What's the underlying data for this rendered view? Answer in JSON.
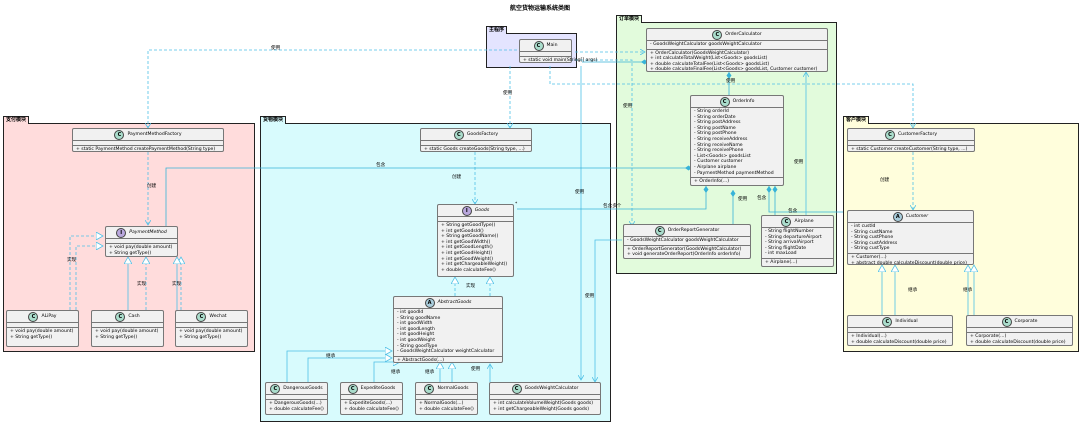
{
  "diagram": {
    "title": "航空货物运输系统类图"
  },
  "colors": {
    "pay": "#ffdcdc",
    "goods": "#d8fbfd",
    "order": "#e2fbdc",
    "cust": "#fffedc",
    "main": "#e4e4ff",
    "line": "#4fc0e6",
    "solid": "#37b3d8"
  },
  "packages": {
    "main": {
      "name": "主程序"
    },
    "order": {
      "name": "订单模块"
    },
    "pay": {
      "name": "支付模块"
    },
    "goods": {
      "name": "货物模块"
    },
    "cust": {
      "name": "客户模块"
    }
  },
  "classes": {
    "Main": {
      "name": "Main",
      "stereo": "C",
      "members": [
        [],
        [
          "+ static void main(String[] args)"
        ]
      ]
    },
    "OrderCalculator": {
      "name": "OrderCalculator",
      "stereo": "C",
      "members": [
        [
          "- GoodsWeightCalculator goodsWeightCalculator"
        ],
        [
          "+ OrderCalculator(GoodsWeightCalculator)",
          "+ int calculateTotalWeight(List<Goods> goodsList)",
          "+ double calculateTotalFee(List<Goods> goodsList)",
          "+ double calculateFinalFee(List<Goods> goodsList, Customer customer)"
        ]
      ]
    },
    "OrderInfo": {
      "name": "OrderInfo",
      "stereo": "C",
      "members": [
        [
          "- String orderId",
          "- String orderDate",
          "- String postAddress",
          "- String postName",
          "- String postPhone",
          "- String receiveAddress",
          "- String receiveName",
          "- String receivePhone",
          "- List<Goods> goodsList",
          "- Customer customer",
          "- Airplane airplane",
          "- PaymentMethod paymentMethod"
        ],
        [
          "+ OrderInfo(...)"
        ]
      ]
    },
    "OrderReportGenerator": {
      "name": "OrderReportGenerator",
      "stereo": "C",
      "members": [
        [
          "- GoodsWeightCalculator goodsWeightCalculator"
        ],
        [
          "+ OrderReportGenerator(GoodsWeightCalculator)",
          "+ void generateOrderReport(OrderInfo orderInfo)"
        ]
      ]
    },
    "Airplane": {
      "name": "Airplane",
      "stereo": "C",
      "members": [
        [
          "- String flightNumber",
          "- String departureAirport",
          "- String arrivalAirport",
          "- String flightDate",
          "- int maxLoad"
        ],
        [
          "+ Airplane(...)"
        ]
      ]
    },
    "PaymentMethodFactory": {
      "name": "PaymentMethodFactory",
      "stereo": "C",
      "members": [
        [],
        [
          "+ static PaymentMethod createPaymentMethod(String type)"
        ]
      ]
    },
    "PaymentMethod": {
      "name": "PaymentMethod",
      "stereo": "I",
      "members": [
        [],
        [
          "+ void pay(double amount)",
          "+ String getType()"
        ]
      ]
    },
    "ALiPay": {
      "name": "ALiPay",
      "stereo": "C",
      "members": [
        [],
        [
          "+ void pay(double amount)",
          "+ String getType()"
        ]
      ]
    },
    "Cash": {
      "name": "Cash",
      "stereo": "C",
      "members": [
        [],
        [
          "+ void pay(double amount)",
          "+ String getType()"
        ]
      ]
    },
    "Wechat": {
      "name": "Wechat",
      "stereo": "C",
      "members": [
        [],
        [
          "+ void pay(double amount)",
          "+ String getType()"
        ]
      ]
    },
    "GoodsFactory": {
      "name": "GoodsFactory",
      "stereo": "C",
      "members": [
        [],
        [
          "+ static Goods createGoods(String type, ...)"
        ]
      ]
    },
    "Goods": {
      "name": "Goods",
      "stereo": "I",
      "members": [
        [],
        [
          "+ String getGoodType()",
          "+ int getGoodsId()",
          "+ String getGoodName()",
          "+ int getGoodWidth()",
          "+ int getGoodLength()",
          "+ int getGoodHeight()",
          "+ int getGoodWeight()",
          "+ int getChargeableWeight()",
          "+ double calculateFee()"
        ]
      ]
    },
    "AbstractGoods": {
      "name": "AbstractGoods",
      "stereo": "A",
      "members": [
        [
          "- int goodId",
          "- String goodName",
          "- int goodWidth",
          "- int goodLength",
          "- int goodHeight",
          "- int goodWeight",
          "- String goodType",
          "- GoodsWeightCalculator weightCalculator"
        ],
        [
          "+ AbstractGoods(...)"
        ]
      ]
    },
    "DangerousGoods": {
      "name": "DangerousGoods",
      "stereo": "C",
      "members": [
        [],
        [
          "+ DangerousGoods(...)",
          "+ double calculateFee()"
        ]
      ]
    },
    "ExpediteGoods": {
      "name": "ExpediteGoods",
      "stereo": "C",
      "members": [
        [],
        [
          "+ ExpediteGoods(...)",
          "+ double calculateFee()"
        ]
      ]
    },
    "NormalGoods": {
      "name": "NormalGoods",
      "stereo": "C",
      "members": [
        [],
        [
          "+ NormalGoods(...)",
          "+ double calculateFee()"
        ]
      ]
    },
    "GoodsWeightCalculator": {
      "name": "GoodsWeightCalculator",
      "stereo": "C",
      "members": [
        [],
        [
          "+ int calculateVolumeWeight(Goods goods)",
          "+ int getChargeableWeight(Goods goods)"
        ]
      ]
    },
    "CustomerFactory": {
      "name": "CustomerFactory",
      "stereo": "C",
      "members": [
        [],
        [
          "+ static Customer createCustomer(String type, ...)"
        ]
      ]
    },
    "Customer": {
      "name": "Customer",
      "stereo": "A",
      "members": [
        [
          "- int custId",
          "- String custName",
          "- String custPhone",
          "- String custAddress",
          "- String custType"
        ],
        [
          "+ Customer(...)",
          "+ abstract double calculateDiscount(double price)"
        ]
      ]
    },
    "Individual": {
      "name": "Individual",
      "stereo": "C",
      "members": [
        [],
        [
          "+ Individual(...)",
          "+ double calculateDiscount(double price)"
        ]
      ]
    },
    "Corporate": {
      "name": "Corporate",
      "stereo": "C",
      "members": [
        [],
        [
          "+ Corporate(...)",
          "+ double calculateDiscount(double price)"
        ]
      ]
    }
  },
  "labels": {
    "use": "使用",
    "create": "创建",
    "impl": "实现",
    "inherit": "继承",
    "contain": "包含",
    "containMany": "包含多个",
    "many": "*"
  }
}
